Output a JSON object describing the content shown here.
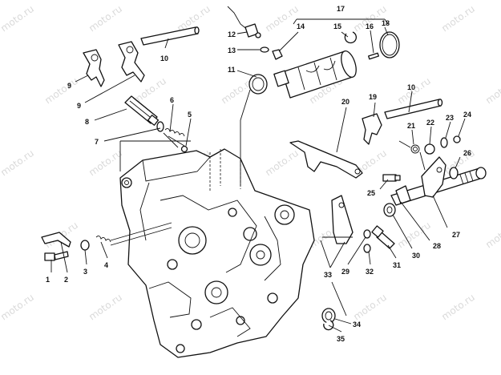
{
  "watermark": "moto.ru",
  "parts": [
    {
      "id": "1"
    },
    {
      "id": "2"
    },
    {
      "id": "3"
    },
    {
      "id": "4"
    },
    {
      "id": "5"
    },
    {
      "id": "6"
    },
    {
      "id": "7"
    },
    {
      "id": "8"
    },
    {
      "id": "9"
    },
    {
      "id": "9"
    },
    {
      "id": "10"
    },
    {
      "id": "10"
    },
    {
      "id": "11"
    },
    {
      "id": "12"
    },
    {
      "id": "13"
    },
    {
      "id": "14"
    },
    {
      "id": "15"
    },
    {
      "id": "16"
    },
    {
      "id": "17"
    },
    {
      "id": "18"
    },
    {
      "id": "19"
    },
    {
      "id": "20"
    },
    {
      "id": "21"
    },
    {
      "id": "22"
    },
    {
      "id": "23"
    },
    {
      "id": "24"
    },
    {
      "id": "25"
    },
    {
      "id": "26"
    },
    {
      "id": "27"
    },
    {
      "id": "28"
    },
    {
      "id": "29"
    },
    {
      "id": "30"
    },
    {
      "id": "31"
    },
    {
      "id": "32"
    },
    {
      "id": "33"
    },
    {
      "id": "34"
    },
    {
      "id": "35"
    }
  ]
}
